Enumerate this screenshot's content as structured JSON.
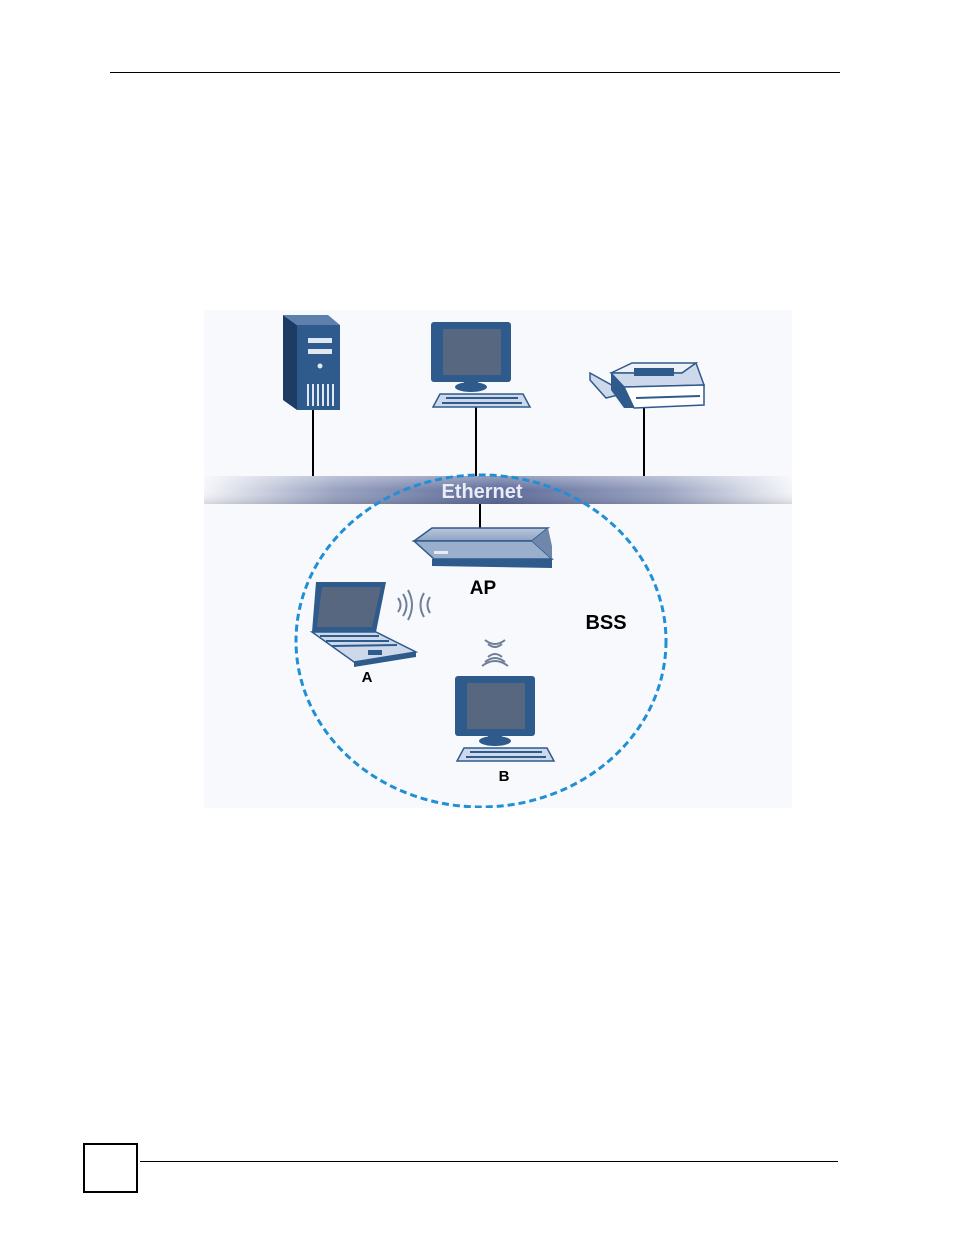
{
  "diagram": {
    "network_label": "Ethernet",
    "ap_label": "AP",
    "bss_label": "BSS",
    "client_a_label": "A",
    "client_b_label": "B",
    "devices": [
      "server-tower-icon",
      "desktop-computer-icon",
      "printer-icon",
      "access-point-icon",
      "laptop-icon",
      "desktop-computer-icon"
    ],
    "colors": {
      "device_body": "#2f5a8c",
      "device_light": "#cdd9ea",
      "screen": "#56677f",
      "ethernet_band": "#5c6a99",
      "bss_boundary": "#1f8fd6",
      "background": "#f8f9fc"
    }
  }
}
